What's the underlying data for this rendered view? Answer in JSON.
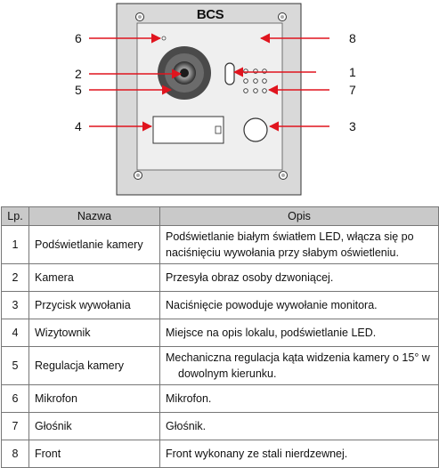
{
  "device": {
    "brand": "BCS",
    "callouts": [
      "1",
      "2",
      "3",
      "4",
      "5",
      "6",
      "7",
      "8"
    ]
  },
  "table": {
    "headers": [
      "Lp.",
      "Nazwa",
      "Opis"
    ],
    "rows": [
      {
        "lp": "1",
        "nazwa": "Podświetlanie kamery",
        "opis": [
          "Podświetlanie białym światłem LED, włącza się po",
          "naciśnięciu wywołania przy słabym oświetleniu."
        ]
      },
      {
        "lp": "2",
        "nazwa": "Kamera",
        "opis": [
          "Przesyła obraz osoby dzwoniącej."
        ]
      },
      {
        "lp": "3",
        "nazwa": "Przycisk wywołania",
        "opis": [
          "Naciśnięcie powoduje wywołanie monitora."
        ]
      },
      {
        "lp": "4",
        "nazwa": "Wizytownik",
        "opis": [
          "Miejsce na opis lokalu, podświetlanie LED."
        ]
      },
      {
        "lp": "5",
        "nazwa": "Regulacja kamery",
        "opis": [
          "Mechaniczna regulacja kąta widzenia kamery o 15° w",
          "dowolnym kierunku."
        ]
      },
      {
        "lp": "6",
        "nazwa": "Mikrofon",
        "opis": [
          "Mikrofon."
        ]
      },
      {
        "lp": "7",
        "nazwa": "Głośnik",
        "opis": [
          "Głośnik."
        ]
      },
      {
        "lp": "8",
        "nazwa": "Front",
        "opis": [
          "Front wykonany ze stali nierdzewnej."
        ]
      }
    ]
  }
}
